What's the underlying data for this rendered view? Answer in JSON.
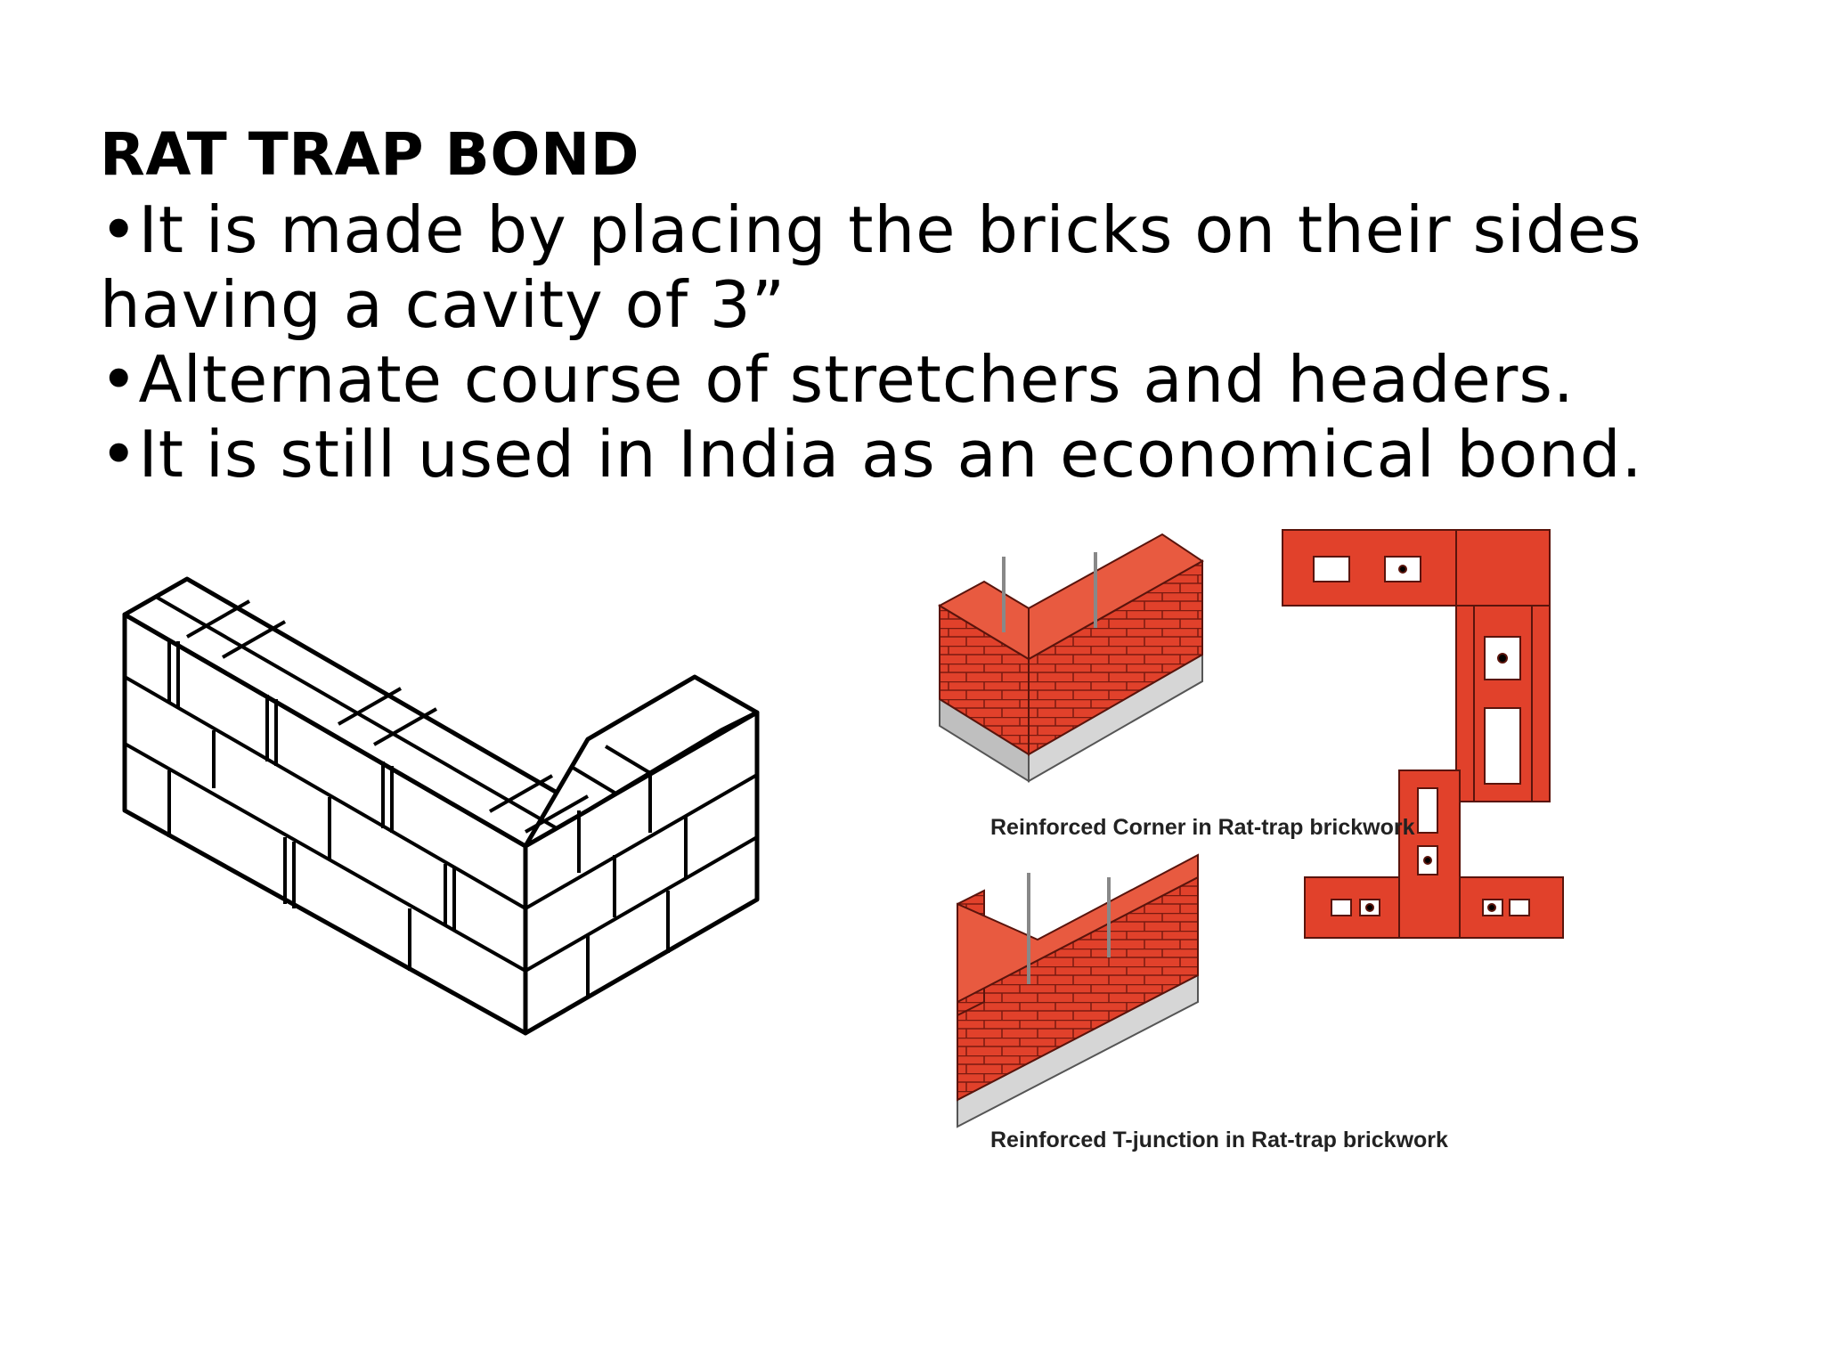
{
  "slide": {
    "title": "RAT TRAP BOND",
    "bullets": [
      "•It is made by placing the bricks on their sides having a cavity of 3”",
      "•Alternate course of stretchers and headers.",
      "•It is still used in India as an economical bond."
    ]
  },
  "figures": {
    "corner_caption": "Reinforced Corner in Rat-trap brickwork",
    "tjunction_caption": "Reinforced T-junction in Rat-trap brickwork",
    "brick_color": "#e1412b",
    "mortar_color": "#ffffff",
    "base_color": "#bfbfbf"
  }
}
